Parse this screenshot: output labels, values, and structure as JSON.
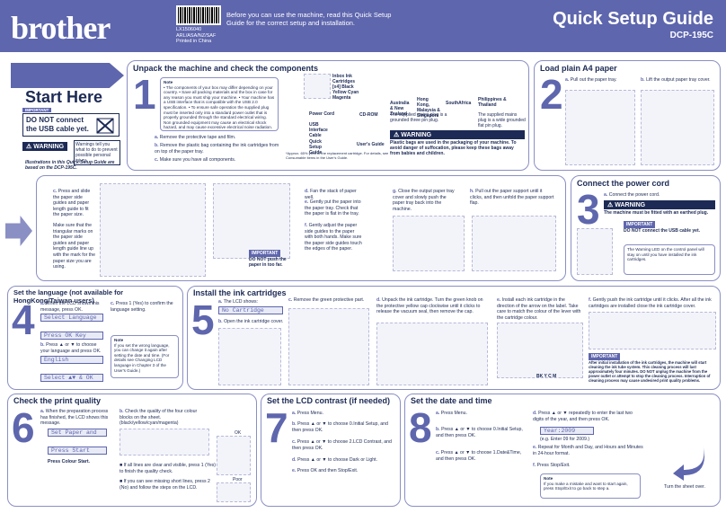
{
  "header": {
    "logo": "brother",
    "part_no": "LX1506040",
    "region": "ARL/ASA/NZ/SAF",
    "printed": "Printed in China",
    "intro": "Before you can use the machine, read this Quick Setup Guide for the correct setup and installation.",
    "title": "Quick Setup Guide",
    "model": "DCP-195C"
  },
  "start": {
    "title": "Start Here",
    "important": "IMPORTANT",
    "do_not_connect": "DO NOT connect the USB cable yet.",
    "warning": "WARNING",
    "warning_text": "Warnings tell you what to do to prevent possible personal injury.",
    "illustrations": "Illustrations in this Quick Setup Guide are based on the DCP-195C."
  },
  "s1": {
    "num": "1",
    "title": "Unpack the machine and check the components",
    "note_title": "Note",
    "notes": "• The components of your box may differ depending on your country. • Save all packing materials and the box in case for any reason you must ship your machine. • Your machine has a USB interface that is compatible with the USB 2.0 specification. • To ensure safe operation the supplied plug must be inserted only into a standard power outlet that is properly grounded through the standard electrical wiring. Non grounded equipment may cause an electrical shock hazard, and may cause excessive electrical noise radiation.",
    "a": "Remove the protective tape and film.",
    "b": "Remove the plastic bag containing the ink cartridges from on top of the paper tray.",
    "c": "Make sure you have all components.",
    "ink": "Inbox Ink Cartridges [x4] Black Yellow Cyan Magenta",
    "cdrom": "CD-ROM",
    "power": "Power Cord",
    "usb": "USB Interface Cable",
    "qsg": "Quick Setup Guide",
    "ug": "User's Guide",
    "approx": "*Approx. 65% yield of the replacement cartridge. For details, see Consumable items in the User's Guide.",
    "au": "Australia & New Zealand",
    "hk": "Hong Kong, Malaysia & Singapore",
    "sa": "SouthAfrica",
    "ph": "Philippines & Thailand",
    "plug1": "The supplied mains plug is a grounded three pin plug.",
    "plug2": "The supplied mains plug is a wide grounded flat pin plug.",
    "warning": "WARNING",
    "warning_text": "Plastic bags are used in the packaging of your machine. To avoid danger of suffocation, please keep these bags away from babies and children."
  },
  "s2": {
    "num": "2",
    "title": "Load plain A4 paper",
    "a": "Pull out the paper tray.",
    "b": "Lift the output paper tray cover.",
    "c": "Press and slide the paper side guides and paper length guide to fit the paper size.",
    "c2": "Make sure that the triangular marks on the paper side guides and paper length guide line up with the mark for the paper size you are using.",
    "imp": "IMPORTANT",
    "imp_text": "DO NOT push the paper in too far.",
    "d": "Fan the stack of paper well.",
    "e": "Gently put the paper into the paper tray. Check that the paper is flat in the tray.",
    "f": "Gently adjust the paper side guides to the paper with both hands. Make sure the paper side guides touch the edges of the paper.",
    "g": "Close the output paper tray cover and slowly push the paper tray back into the machine.",
    "h": "Pull out the paper support until it clicks, and then unfold the paper support flap."
  },
  "s3": {
    "num": "3",
    "title": "Connect the power cord",
    "a": "Connect the power cord.",
    "warning": "WARNING",
    "warning_text": "The machine must be fitted with an earthed plug.",
    "imp": "IMPORTANT",
    "imp_text": "DO NOT connect the USB cable yet.",
    "note": "The Warning LED on the control panel will stay on until you have installed the ink cartridges."
  },
  "s4": {
    "num": "4",
    "title": "Set the language (not available for HongKong/Taiwan users)",
    "a": "When the LCD shows this message, press OK.",
    "lcd1": "Select Language",
    "lcd2": "Press OK Key",
    "b": "Press ▲ or ▼ to choose your language and press OK.",
    "lcd3": "English",
    "lcd4": "Select ▲▼ & OK",
    "c": "Press 1 (Yes) to confirm the language setting.",
    "note_title": "Note",
    "note": "If you set the wrong language, you can change it again after setting the date and time. (For details see Changing LCD language in Chapter 3 of the User's Guide.)"
  },
  "s5": {
    "num": "5",
    "title": "Install the ink cartridges",
    "a": "The LCD shows:",
    "lcd": "No Cartridge",
    "b": "Open the ink cartridge cover.",
    "c": "Remove the green protective part.",
    "d": "Unpack the ink cartridge. Turn the green knob on the protective yellow cap clockwise until it clicks to release the vacuum seal, then remove the cap.",
    "e": "Install each ink cartridge in the direction of the arrow on the label. Take care to match the colour of the lever with the cartridge colour.",
    "f": "Gently push the ink cartridge until it clicks. After all the ink cartridges are installed close the ink cartridge cover.",
    "colours": "BK Y C M",
    "imp": "IMPORTANT",
    "imp_text": "After initial installation of the ink cartridges, the machine will start cleaning the ink tube system. This cleaning process will last approximately four minutes. DO NOT unplug the machine from the power outlet or attempt to stop the cleaning process. Interruption of cleaning process may cause undesired print quality problems."
  },
  "s6": {
    "num": "6",
    "title": "Check the print quality",
    "a": "When the preparation process has finished, the LCD shows this message.",
    "lcd1": "Set Paper and",
    "lcd2": "Press Start",
    "press": "Press Colour Start.",
    "b": "Check the quality of the four colour blocks on the sheet. (black/yellow/cyan/magenta)",
    "ok": "OK",
    "poor": "Poor",
    "c1": "If all lines are clear and visible, press 1 (Yes) to finish the quality check.",
    "c2": "If you can see missing short lines, press 2 (No) and follow the steps on the LCD."
  },
  "s7": {
    "num": "7",
    "title": "Set the LCD contrast (if needed)",
    "a": "Press Menu.",
    "b": "Press ▲ or ▼ to choose 0.Initial Setup, and then press OK.",
    "c": "Press ▲ or ▼ to choose 2.LCD Contrast, and then press OK.",
    "d": "Press ▲ or ▼ to choose Dark or Light.",
    "e": "Press OK and then Stop/Exit."
  },
  "s8": {
    "num": "8",
    "title": "Set the date and time",
    "a": "Press Menu.",
    "b": "Press ▲ or ▼ to choose 0.Initial Setup, and then press OK.",
    "c": "Press ▲ or ▼ to choose 1.Date&Time, and then press OK.",
    "d": "Press ▲ or ▼ repeatedly to enter the last two digits of the year, and then press OK.",
    "lcd": "Year:2009",
    "eg": "(e.g. Enter 09 for 2009.)",
    "e": "Repeat for Month and Day, and Hours and Minutes in 24-hour format.",
    "f": "Press Stop/Exit.",
    "note_title": "Note",
    "note": "If you make a mistake and want to start again, press Stop/Exit to go back to step a."
  },
  "footer": {
    "turn": "Turn the sheet over."
  }
}
